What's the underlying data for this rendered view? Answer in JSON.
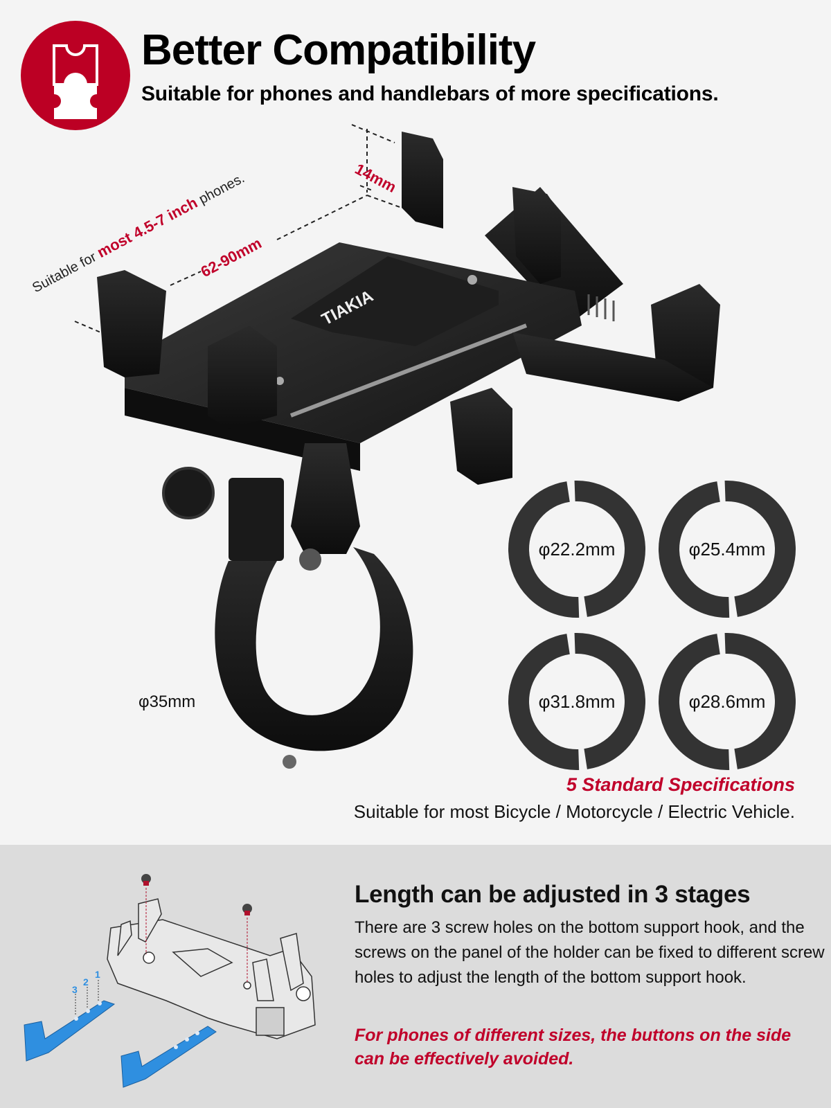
{
  "header": {
    "badge_icon": "puzzle-piece-icon",
    "title": "Better Compatibility",
    "subtitle": "Suitable for phones and handlebars of more specifications."
  },
  "product": {
    "brand_logo_text": "TIAKIA",
    "phone_note": {
      "prefix": "Suitable for ",
      "highlight": "most 4.5-7 inch",
      "suffix": " phones."
    },
    "width_dimension": "62-90mm",
    "height_dimension": "14mm",
    "clamp_diameter": "φ35mm"
  },
  "rings": [
    {
      "label": "φ22.2mm"
    },
    {
      "label": "φ25.4mm"
    },
    {
      "label": "φ31.8mm"
    },
    {
      "label": "φ28.6mm"
    }
  ],
  "specs": {
    "title": "5 Standard Specifications",
    "subtitle": "Suitable for most Bicycle / Motorcycle / Electric Vehicle."
  },
  "adjust": {
    "title": "Length can be adjusted in 3 stages",
    "body": "There are 3 screw holes on the bottom support hook, and the screws on the panel of the holder can be fixed to different screw holes to adjust the  length of the bottom support hook.",
    "note": "For phones of different sizes, the buttons on the side can be effectively avoided.",
    "hole_labels": [
      "1",
      "2",
      "3"
    ]
  },
  "colors": {
    "accent_red": "#c0002a",
    "badge_red": "#bc0024",
    "hook_blue": "#2f8fe0",
    "background_top": "#f4f4f4",
    "background_bottom": "#dcdcdc"
  }
}
